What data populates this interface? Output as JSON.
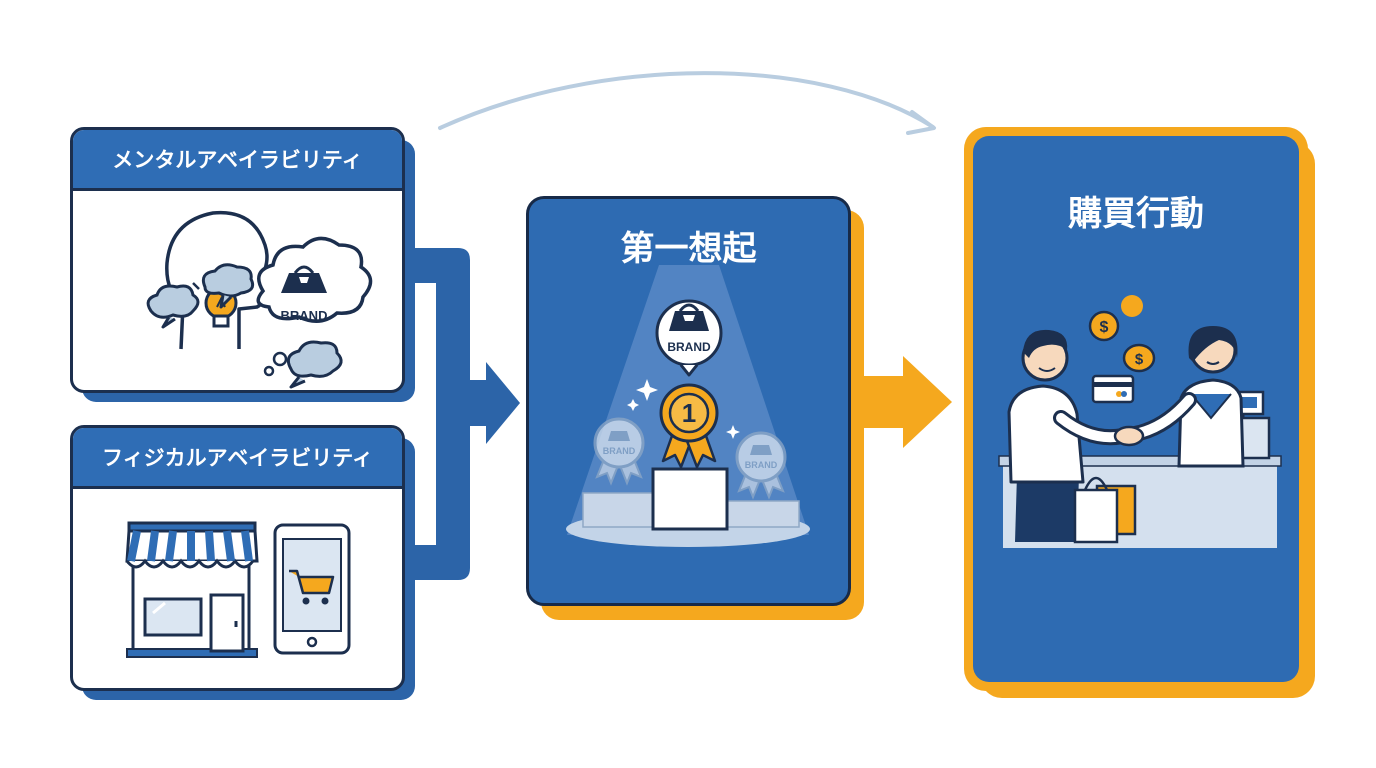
{
  "steps": {
    "mental": {
      "label": "メンタルアベイラビリティ",
      "brand_text": "BRAND"
    },
    "physical": {
      "label": "フィジカルアベイラビリティ"
    },
    "recall": {
      "label": "第一想起",
      "brand_text": "BRAND",
      "rank": "1"
    },
    "purchase": {
      "label": "購買行動",
      "currency_symbol": "$"
    }
  },
  "colors": {
    "primary_blue": "#2f6db5",
    "dark_navy": "#1c2f4e",
    "accent_orange": "#f5a81e",
    "light_arc": "#b9cde0"
  }
}
